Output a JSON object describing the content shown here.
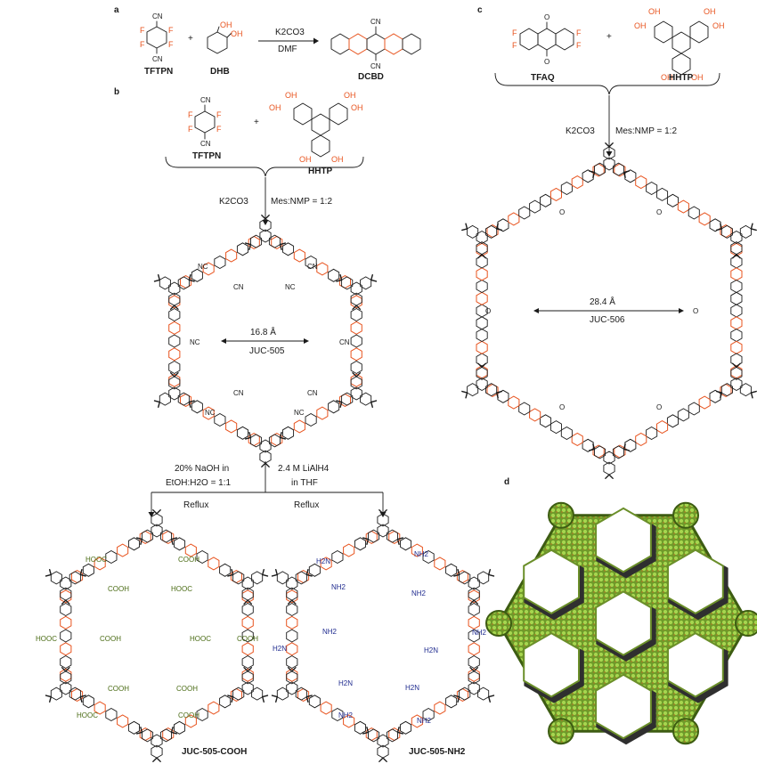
{
  "panels": {
    "a": "a",
    "b": "b",
    "c": "c",
    "d": "d"
  },
  "panel_a": {
    "reactant1": "TFTPN",
    "reactant2": "DHB",
    "plus": "+",
    "condition_top": "K2CO3",
    "condition_bottom": "DMF",
    "product": "DCBD",
    "cn": "CN",
    "f": "F",
    "oh": "OH"
  },
  "panel_b": {
    "reactant1": "TFTPN",
    "reactant2": "HHTP",
    "plus": "+",
    "base": "K2CO3",
    "solvent": "Mes:NMP = 1:2",
    "pore": "16.8 Å",
    "name": "JUC-505",
    "nc": "NC",
    "cn": "CN"
  },
  "panel_c": {
    "reactant1": "TFAQ",
    "reactant2": "HHTP",
    "plus": "+",
    "base": "K2CO3",
    "solvent": "Mes:NMP = 1:2",
    "pore": "28.4 Å",
    "name": "JUC-506",
    "o": "O"
  },
  "panel_bottom": {
    "left_condition_1": "20% NaOH in",
    "left_condition_2": "EtOH:H2O = 1:1",
    "left_condition_3": "Reflux",
    "right_condition_1": "2.4 M LiAlH4",
    "right_condition_2": "in THF",
    "right_condition_3": "Reflux",
    "left_product": "JUC-505-COOH",
    "right_product": "JUC-505-NH2",
    "cooh": "COOH",
    "hooc": "HOOC",
    "nh2": "NH2",
    "h2n": "H2N"
  },
  "colors": {
    "black": "#1a1a1a",
    "orange": "#e8541f",
    "green_text": "#4a6b14",
    "navy": "#1f2b8f",
    "model_green": "#8cc63f",
    "model_dark": "#3d5c12"
  }
}
